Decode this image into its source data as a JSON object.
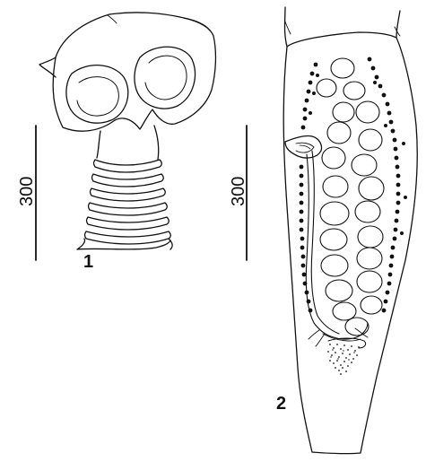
{
  "figures": [
    {
      "number": "1",
      "scale_label": "300"
    },
    {
      "number": "2",
      "scale_label": "300"
    }
  ],
  "colors": {
    "ink": "#111111",
    "background": "#ffffff"
  }
}
